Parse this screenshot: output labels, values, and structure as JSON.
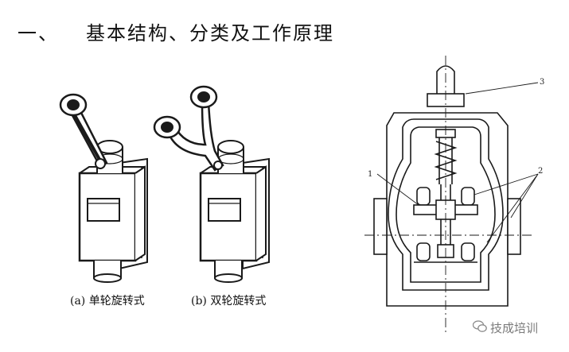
{
  "heading": {
    "number": "一、",
    "title": "基本结构、分类及工作原理"
  },
  "figures": {
    "single_wheel_caption": "(a) 单轮旋转式",
    "double_wheel_caption": "(b) 双轮旋转式"
  },
  "section_diagram": {
    "labels": [
      "1",
      "2",
      "3"
    ]
  },
  "watermark": {
    "text": "技成培训",
    "icon": "wechat-icon"
  }
}
